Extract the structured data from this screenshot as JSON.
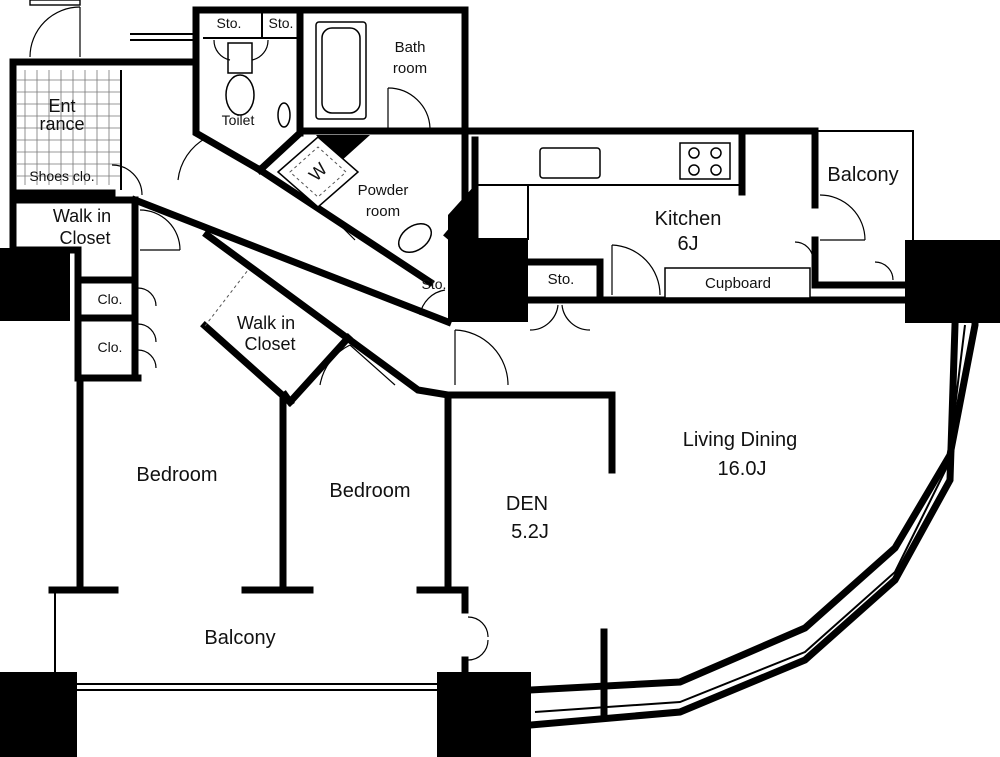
{
  "rooms": {
    "entrance": [
      "Ent",
      "rance"
    ],
    "shoes_closet": "Shoes clo.",
    "storage_1": "Sto.",
    "storage_2": "Sto.",
    "toilet": "Toilet",
    "bath_room": [
      "Bath",
      "room"
    ],
    "powder_room": [
      "Powder",
      "room"
    ],
    "washer": "W",
    "kitchen": [
      "Kitchen",
      "6J"
    ],
    "cupboard": "Cupboard",
    "kitchen_storage": "Sto.",
    "hall_storage": "Sto.",
    "balcony_east": "Balcony",
    "walk_in_closet_1": [
      "Walk in",
      "Closet"
    ],
    "walk_in_closet_2": [
      "Walk in",
      "Closet"
    ],
    "closet_1": "Clo.",
    "closet_2": "Clo.",
    "bedroom_1": "Bedroom",
    "bedroom_2": "Bedroom",
    "den": [
      "DEN",
      "5.2J"
    ],
    "living_dining": [
      "Living Dining",
      "16.0J"
    ],
    "balcony_south": "Balcony"
  }
}
